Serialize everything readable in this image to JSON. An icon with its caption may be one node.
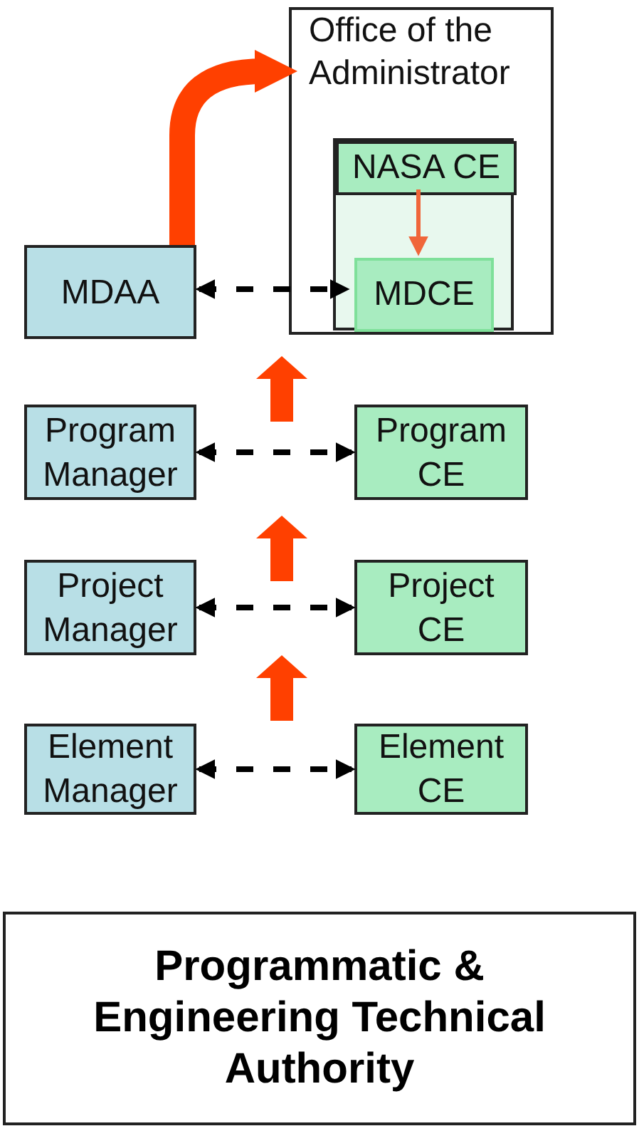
{
  "diagram": {
    "title": "Programmatic & Engineering Technical Authority",
    "nodes": [
      {
        "text": [
          "Office of the Administrator"
        ]
      },
      {
        "text": [],
        "shape": "box",
        "in": 0
      },
      {
        "text": [
          "NASA CE"
        ],
        "in": 1
      },
      {
        "text": [
          "MDCE"
        ],
        "in": 1
      },
      {
        "text": [
          "MDAA"
        ]
      },
      {
        "text": [
          "Program Manager"
        ]
      },
      {
        "text": [
          "Program CE"
        ]
      },
      {
        "text": [
          "Project Manager"
        ]
      },
      {
        "text": [
          "Project CE"
        ]
      },
      {
        "text": [
          "Element Manager"
        ]
      },
      {
        "text": [
          "Element CE"
        ]
      }
    ],
    "edges": [
      {
        "from": 2,
        "to": 3,
        "arrow": "to",
        "color": "#f0663a"
      },
      {
        "from": 4,
        "to": 3,
        "arrow": "both",
        "style": "dashed"
      },
      {
        "from": 5,
        "to": 6,
        "arrow": "both",
        "style": "dashed"
      },
      {
        "from": 7,
        "to": 8,
        "arrow": "both",
        "style": "dashed"
      },
      {
        "from": 9,
        "to": 10,
        "arrow": "both",
        "style": "dashed"
      },
      {
        "from": 4,
        "to": 0,
        "arrow": "to",
        "style": "thick",
        "color": "#ff4000"
      }
    ]
  }
}
